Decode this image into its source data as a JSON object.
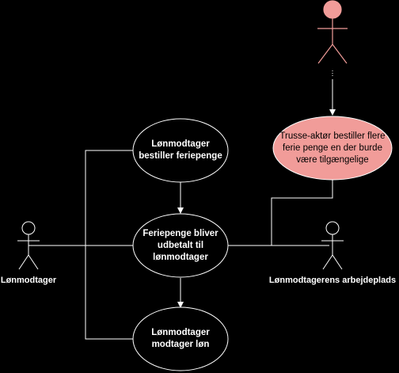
{
  "colors": {
    "background": "#000000",
    "stroke": "#ffffff",
    "highlight_fill": "#f19c99",
    "highlight_text": "#000000"
  },
  "use_cases": {
    "bestiller": "Lønmodtager bestiller feriepenge",
    "udbetalt": "Feriepenge bliver udbetalt til lønmodtager",
    "modtager": "Lønmodtager modtager løn",
    "trusse": "Trusse-aktør bestiller flere ferie penge en der burde være tilgængelige"
  },
  "actors": {
    "loenmodtager": "Lønmodtager",
    "arbejdeplads": "Lønmodtagerens arbejdeplads",
    "trusse_actor": ""
  }
}
